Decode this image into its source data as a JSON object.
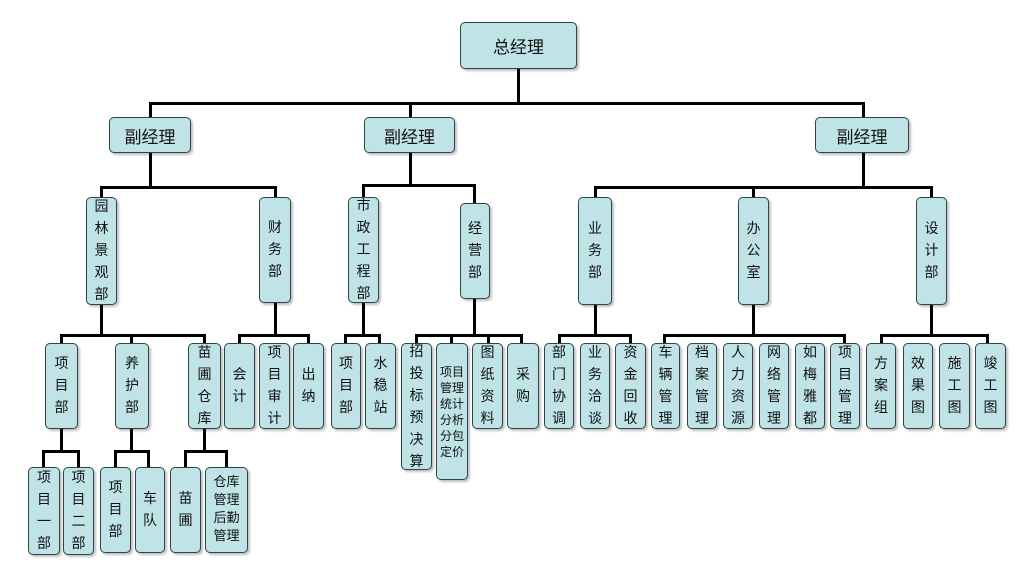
{
  "org_chart": {
    "root": "总经理",
    "vp_left": "副经理",
    "vp_middle": "副经理",
    "vp_right": "副经理",
    "dept_landscape": "园林景观部",
    "dept_finance": "财务部",
    "dept_municipal": "市政工程部",
    "dept_operations": "经营部",
    "dept_business": "业务部",
    "dept_office": "办公室",
    "dept_design": "设计部",
    "landscape_project": "项目部",
    "landscape_maintenance": "养护部",
    "landscape_nursery_warehouse": "苗圃仓库",
    "project_one": "项目一部",
    "project_two": "项目二部",
    "maintenance_project": "项目部",
    "maintenance_fleet": "车队",
    "nursery": "苗圃",
    "warehouse_logistics": "仓库\n管理\n后勤\n管理",
    "finance_accounting": "会计",
    "finance_audit": "项目审计",
    "finance_cashier": "出纳",
    "municipal_project": "项目部",
    "municipal_water": "水稳站",
    "ops_bidding": "招投标预决算",
    "ops_project_mgmt": "项目\n管理\n统计\n分析\n分包\n定价",
    "ops_drawings": "图纸资料",
    "ops_purchasing": "采购",
    "biz_coordination": "部门协调",
    "biz_negotiation": "业务洽谈",
    "biz_collection": "资金回收",
    "office_vehicles": "车辆管理",
    "office_archives": "档案管理",
    "office_hr": "人力资源",
    "office_network": "网络管理",
    "office_rumeiyadu": "如梅雅都",
    "office_project_mgmt": "项目管理",
    "design_scheme": "方案组",
    "design_renderings": "效果图",
    "design_construction": "施工图",
    "design_asbuilt": "竣工图"
  }
}
